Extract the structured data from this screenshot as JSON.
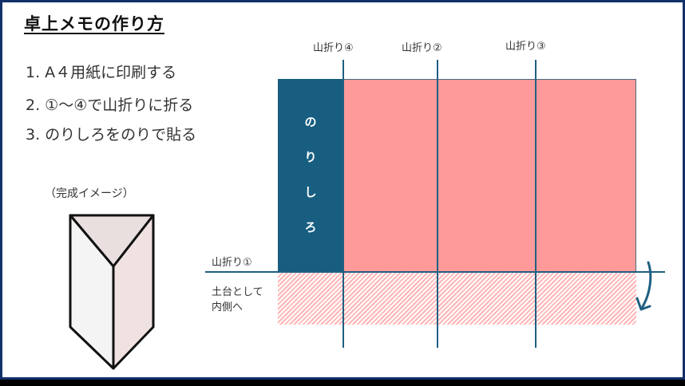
{
  "title": "卓上メモの作り方",
  "steps": [
    "1. A４用紙に印刷する",
    "2. ①～④で山折りに折る",
    "3. のりしろをのりで貼る"
  ],
  "completion_caption": "（完成イメージ）",
  "diagram": {
    "fold_labels": {
      "fold1": "山折り①",
      "fold2": "山折り②",
      "fold3": "山折り③",
      "fold4": "山折り④"
    },
    "glue_margin_chars": [
      "の",
      "り",
      "し",
      "ろ"
    ],
    "base_label_line1": "土台として",
    "base_label_line2": "内側へ",
    "colors": {
      "panel_pink": "#ff9a9a",
      "glue_margin_teal": "#175e80",
      "fold_line": "#1f5f82",
      "hatch_pink": "#ffb5b5",
      "border_navy": "#13306b"
    }
  }
}
